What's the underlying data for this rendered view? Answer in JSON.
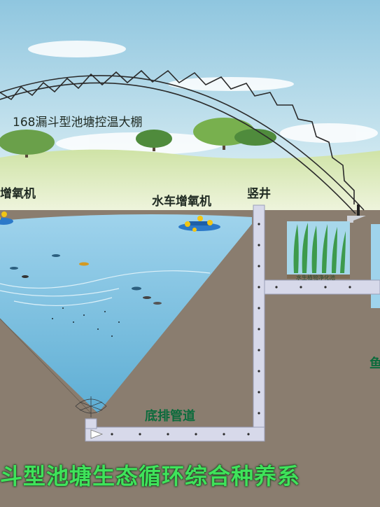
{
  "labels": {
    "greenhouse": "168漏斗型池塘控温大棚",
    "aerator_left": "增氧机",
    "aerator_waterwheel": "水车增氧机",
    "shaft": "竖井",
    "plant_pond": "水生植物净化池",
    "drain_pipe": "底排管道",
    "right_edge": "鱼",
    "banner": "斗型池塘生态循环综合种养系"
  },
  "colors": {
    "sky_top": "#8fc6df",
    "water": "#7fc3e3",
    "soil": "#8a7d6f",
    "pipe": "#d7d9ea",
    "banner_text": "#3fe35a"
  }
}
